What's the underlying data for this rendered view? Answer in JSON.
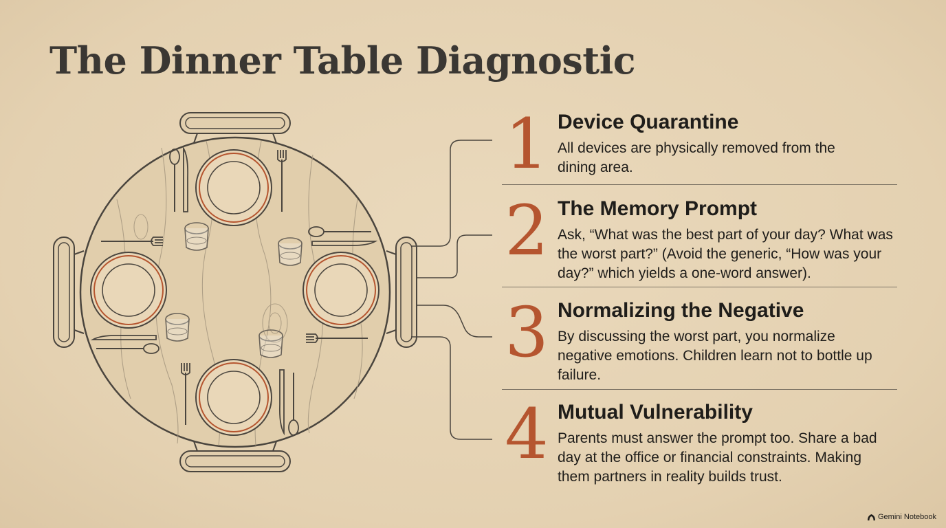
{
  "title": "The Dinner Table Diagnostic",
  "accent_color": "#b5552f",
  "steps": [
    {
      "number": "1",
      "heading": "Device Quarantine",
      "body": "All devices are physically removed from the dining area."
    },
    {
      "number": "2",
      "heading": "The Memory Prompt",
      "body": "Ask, “What was the best part of your day? What was the worst part?” (Avoid the generic, “How was your day?” which yields a one-word answer)."
    },
    {
      "number": "3",
      "heading": "Normalizing the Negative",
      "body": "By discussing the worst part, you normalize negative emotions. Children learn not to bottle up failure."
    },
    {
      "number": "4",
      "heading": "Mutual Vulnerability",
      "body": "Parents must answer the prompt too. Share a bad day at the office or financial constraints. Making them partners in reality builds trust."
    }
  ],
  "watermark": {
    "icon": "sparkle-icon",
    "text": "Gemini Notebook"
  }
}
